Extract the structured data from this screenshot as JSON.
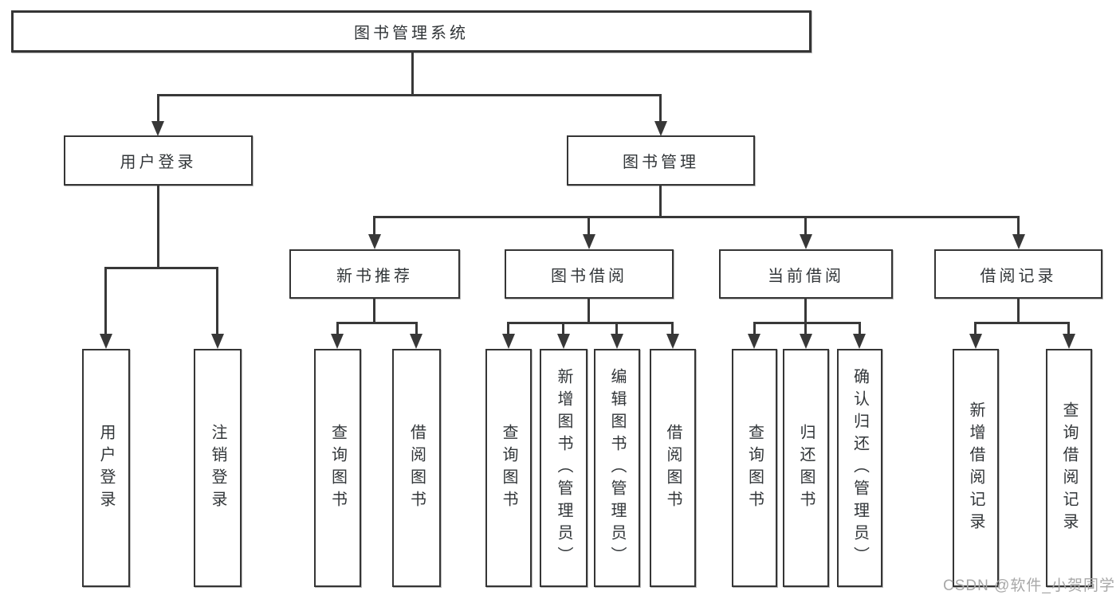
{
  "diagram_type": "hierarchy-tree",
  "colors": {
    "background": "#ffffff",
    "connector_line": "#383838",
    "box_border": "#353535",
    "box_fill": "#ffffff",
    "text": "#323639",
    "watermark": "#a8a8a8"
  },
  "tree": {
    "label": "图书管理系统",
    "children": [
      {
        "label": "用户登录",
        "children": [
          {
            "label": "用户登录"
          },
          {
            "label": "注销登录"
          }
        ]
      },
      {
        "label": "图书管理",
        "children": [
          {
            "label": "新书推荐",
            "children": [
              {
                "label": "查询图书"
              },
              {
                "label": "借阅图书"
              }
            ]
          },
          {
            "label": "图书借阅",
            "children": [
              {
                "label": "查询图书"
              },
              {
                "label": "新增图书（管理员）"
              },
              {
                "label": "编辑图书（管理员）"
              },
              {
                "label": "借阅图书"
              }
            ]
          },
          {
            "label": "当前借阅",
            "children": [
              {
                "label": "查询图书"
              },
              {
                "label": "归还图书"
              },
              {
                "label": "确认归还（管理员）"
              }
            ]
          },
          {
            "label": "借阅记录",
            "children": [
              {
                "label": "新增借阅记录"
              },
              {
                "label": "查询借阅记录"
              }
            ]
          }
        ]
      }
    ]
  },
  "watermark": {
    "text": "CSDN @软件_小贺同学"
  }
}
